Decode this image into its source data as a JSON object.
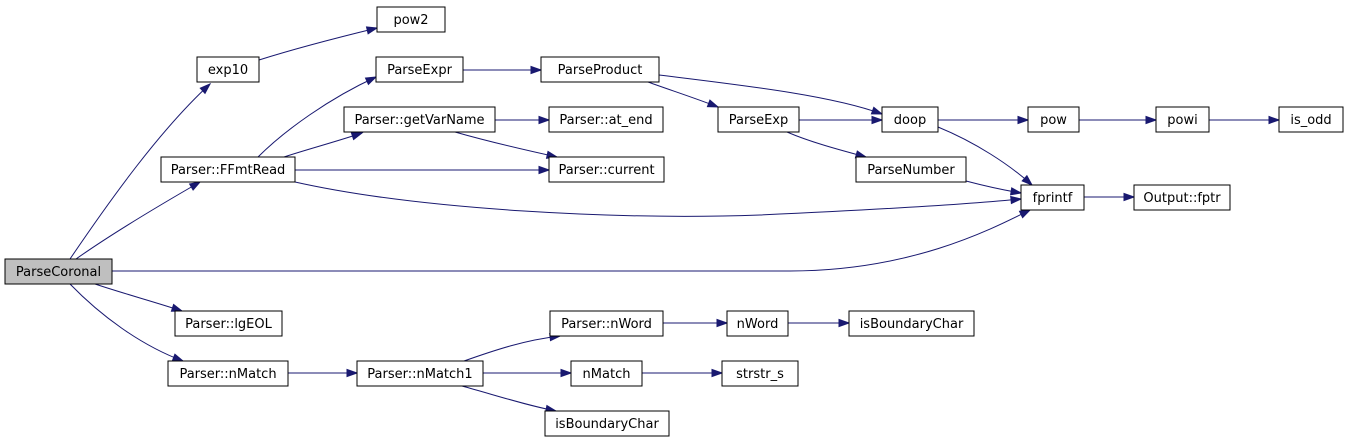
{
  "colors": {
    "edge": "#191970",
    "node_fill": "#ffffff",
    "root_fill": "#bfbfbf",
    "border": "#000000"
  },
  "nodes": [
    {
      "id": "parsecoronal",
      "label": "ParseCoronal",
      "root": true
    },
    {
      "id": "exp10",
      "label": "exp10"
    },
    {
      "id": "pow2",
      "label": "pow2"
    },
    {
      "id": "ffmtread",
      "label": "Parser::FFmtRead"
    },
    {
      "id": "parseexpr",
      "label": "ParseExpr"
    },
    {
      "id": "getvarname",
      "label": "Parser::getVarName"
    },
    {
      "id": "at_end",
      "label": "Parser::at_end"
    },
    {
      "id": "current",
      "label": "Parser::current"
    },
    {
      "id": "parseproduct",
      "label": "ParseProduct"
    },
    {
      "id": "parseexp",
      "label": "ParseExp"
    },
    {
      "id": "doop",
      "label": "doop"
    },
    {
      "id": "parsenumber",
      "label": "ParseNumber"
    },
    {
      "id": "pow",
      "label": "pow"
    },
    {
      "id": "powi",
      "label": "powi"
    },
    {
      "id": "is_odd",
      "label": "is_odd"
    },
    {
      "id": "fprintf",
      "label": "fprintf"
    },
    {
      "id": "output_fptr",
      "label": "Output::fptr"
    },
    {
      "id": "lgeol",
      "label": "Parser::lgEOL"
    },
    {
      "id": "parser_nmatch",
      "label": "Parser::nMatch"
    },
    {
      "id": "parser_nmatch1",
      "label": "Parser::nMatch1"
    },
    {
      "id": "parser_nword",
      "label": "Parser::nWord"
    },
    {
      "id": "nword",
      "label": "nWord"
    },
    {
      "id": "isboundary1",
      "label": "isBoundaryChar"
    },
    {
      "id": "nmatch",
      "label": "nMatch"
    },
    {
      "id": "strstr_s",
      "label": "strstr_s"
    },
    {
      "id": "isboundary2",
      "label": "isBoundaryChar"
    }
  ],
  "edges": [
    {
      "from": "parsecoronal",
      "to": "exp10"
    },
    {
      "from": "exp10",
      "to": "pow2"
    },
    {
      "from": "parsecoronal",
      "to": "ffmtread"
    },
    {
      "from": "ffmtread",
      "to": "parseexpr"
    },
    {
      "from": "ffmtread",
      "to": "getvarname"
    },
    {
      "from": "ffmtread",
      "to": "current"
    },
    {
      "from": "ffmtread",
      "to": "fprintf"
    },
    {
      "from": "getvarname",
      "to": "at_end"
    },
    {
      "from": "getvarname",
      "to": "current"
    },
    {
      "from": "parseexpr",
      "to": "parseproduct"
    },
    {
      "from": "parseproduct",
      "to": "parseexp"
    },
    {
      "from": "parseproduct",
      "to": "doop"
    },
    {
      "from": "parseexp",
      "to": "doop"
    },
    {
      "from": "parseexp",
      "to": "parsenumber"
    },
    {
      "from": "doop",
      "to": "pow"
    },
    {
      "from": "doop",
      "to": "fprintf"
    },
    {
      "from": "pow",
      "to": "powi"
    },
    {
      "from": "powi",
      "to": "is_odd"
    },
    {
      "from": "parsenumber",
      "to": "fprintf"
    },
    {
      "from": "fprintf",
      "to": "output_fptr"
    },
    {
      "from": "parsecoronal",
      "to": "fprintf"
    },
    {
      "from": "parsecoronal",
      "to": "lgeol"
    },
    {
      "from": "parsecoronal",
      "to": "parser_nmatch"
    },
    {
      "from": "parser_nmatch",
      "to": "parser_nmatch1"
    },
    {
      "from": "parser_nmatch1",
      "to": "parser_nword"
    },
    {
      "from": "parser_nmatch1",
      "to": "nmatch"
    },
    {
      "from": "parser_nmatch1",
      "to": "isboundary2"
    },
    {
      "from": "parser_nword",
      "to": "nword"
    },
    {
      "from": "nword",
      "to": "isboundary1"
    },
    {
      "from": "nmatch",
      "to": "strstr_s"
    }
  ]
}
